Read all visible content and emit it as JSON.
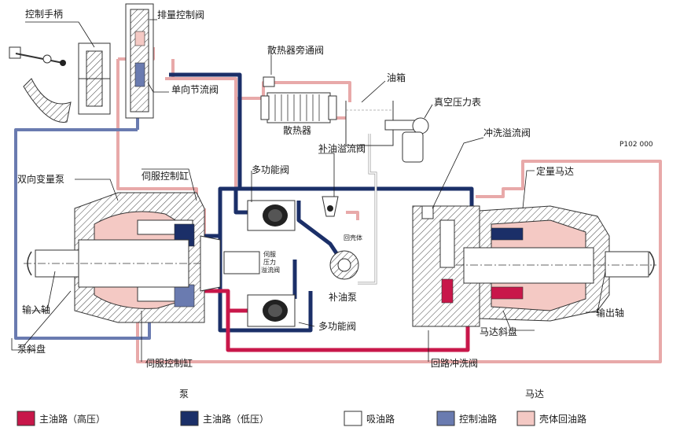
{
  "labels": {
    "control_handle": "控制手柄",
    "displacement_valve": "排量控制阀",
    "radiator_bypass": "散热器旁通阀",
    "oil_tank": "油箱",
    "check_throttle": "单向节流阀",
    "radiator": "散热器",
    "vacuum_gauge": "真空压力表",
    "code": "P102 000",
    "flush_relief": "冲洗溢流阀",
    "charge_relief": "补油溢流阀",
    "bidirectional_pump": "双向变量泵",
    "servo_cylinder_top": "伺服控制缸",
    "multi_valve_top": "多功能阀",
    "fixed_motor": "定量马达",
    "return_case": "回壳体",
    "servo_pressure_relief": [
      "伺服",
      "压力",
      "溢流阀"
    ],
    "charge_pump": "补油泵",
    "input_shaft": "输入轴",
    "multi_valve_bottom": "多功能阀",
    "motor_swash": "马达斜盘",
    "output_shaft": "输出轴",
    "pump_swash": "泵斜盘",
    "servo_cylinder_bottom": "伺服控制缸",
    "loop_flush": "回路冲洗阀",
    "pump_caption": "泵",
    "motor_caption": "马达"
  },
  "legend": [
    {
      "label": "主油路（高压）",
      "color": "#c8174a"
    },
    {
      "label": "主油路（低压）",
      "color": "#1b2f68"
    },
    {
      "label": "吸油路",
      "color": "#ffffff"
    },
    {
      "label": "控制油路",
      "color": "#6a7bb0"
    },
    {
      "label": "壳体回油路",
      "color": "#f4c9c4"
    }
  ]
}
